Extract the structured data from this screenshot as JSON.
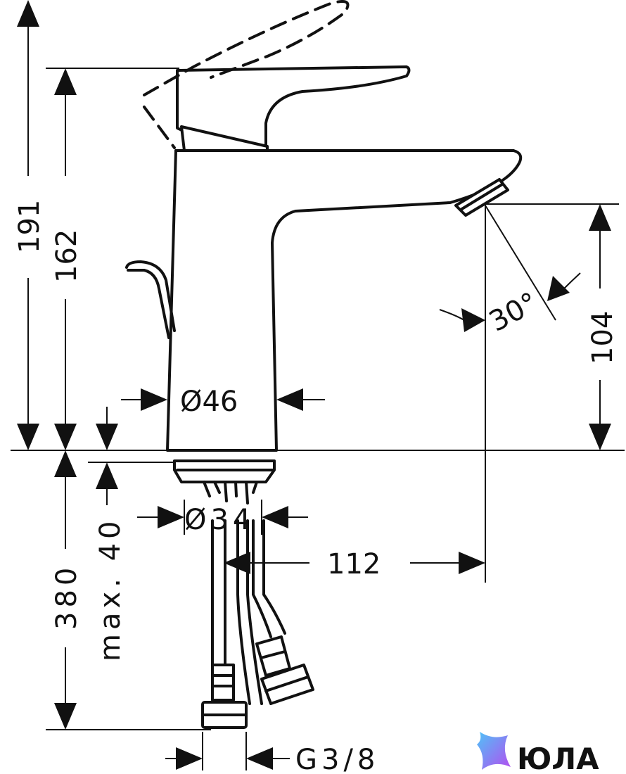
{
  "dimensions": {
    "total_height": "191",
    "spout_height": "162",
    "outlet_height": "104",
    "body_diameter": "Ø46",
    "connection_diameter": "Ø34",
    "spout_reach": "112",
    "supply_hose_length": "380",
    "max_countertop_thickness": "max. 40",
    "jet_angle": "30°",
    "thread": "G3/8"
  },
  "brand": {
    "name": "ЮЛА",
    "gradient_start": "#4fc3f7",
    "gradient_end": "#b44cf0"
  }
}
